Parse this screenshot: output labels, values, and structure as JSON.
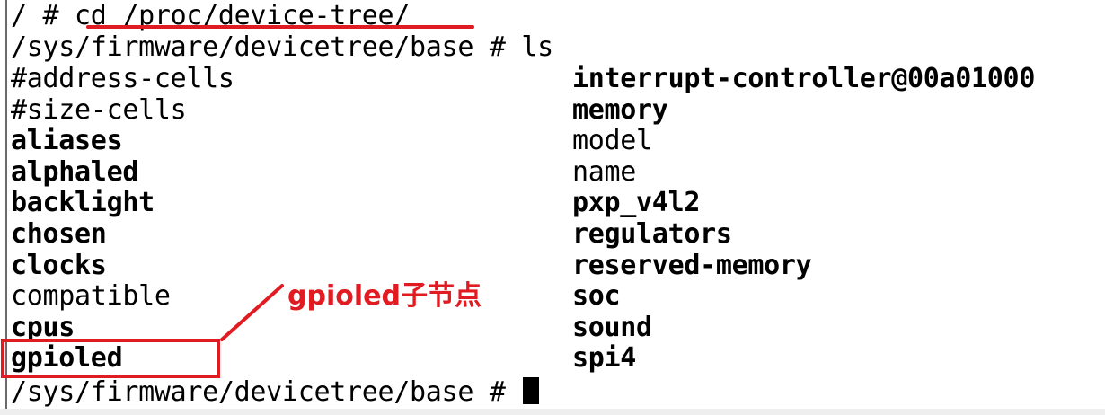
{
  "terminal": {
    "prompt_root": "/ # ",
    "command_1": "cd /proc/device-tree/",
    "prompt_base": "/sys/firmware/devicetree/base # ",
    "command_2": "ls",
    "listing_left": [
      {
        "name": "#address-cells",
        "bold": false
      },
      {
        "name": "#size-cells",
        "bold": false
      },
      {
        "name": "aliases",
        "bold": true
      },
      {
        "name": "alphaled",
        "bold": true
      },
      {
        "name": "backlight",
        "bold": true
      },
      {
        "name": "chosen",
        "bold": true
      },
      {
        "name": "clocks",
        "bold": true
      },
      {
        "name": "compatible",
        "bold": false
      },
      {
        "name": "cpus",
        "bold": true
      },
      {
        "name": "gpioled",
        "bold": true
      }
    ],
    "listing_right": [
      {
        "name": "interrupt-controller@00a01000",
        "bold": true
      },
      {
        "name": "memory",
        "bold": true
      },
      {
        "name": "model",
        "bold": false
      },
      {
        "name": "name",
        "bold": false
      },
      {
        "name": "pxp_v4l2",
        "bold": true
      },
      {
        "name": "regulators",
        "bold": true
      },
      {
        "name": "reserved-memory",
        "bold": true
      },
      {
        "name": "soc",
        "bold": true
      },
      {
        "name": "sound",
        "bold": true
      },
      {
        "name": "spi4",
        "bold": true
      }
    ],
    "final_prompt": "/sys/firmware/devicetree/base # "
  },
  "annotation": {
    "callout_label": "gpioled子节点",
    "color": "#e11b22"
  }
}
